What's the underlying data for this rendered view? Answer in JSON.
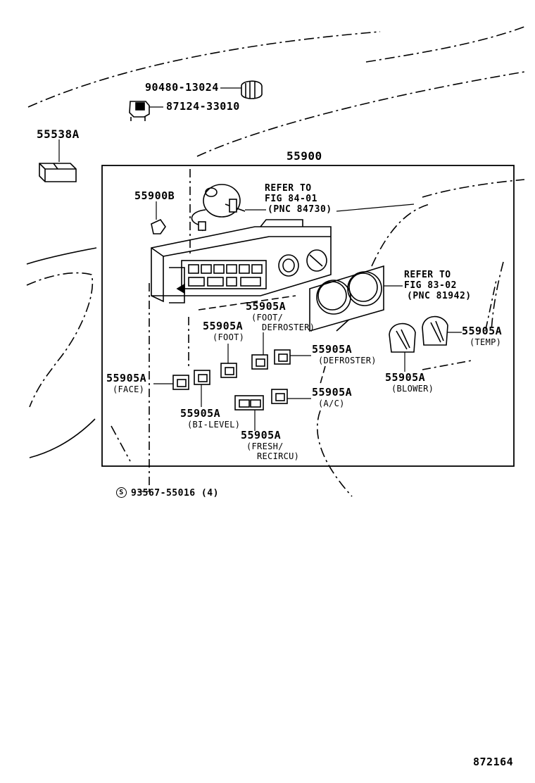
{
  "parts": {
    "p90480": "90480-13024",
    "p87124": "87124-33010",
    "p55538A": "55538A",
    "p55900": "55900",
    "p55900B": "55900B",
    "face": {
      "number": "55905A",
      "desc": "(FACE)"
    },
    "foot": {
      "number": "55905A",
      "desc": "(FOOT)"
    },
    "foot_def": {
      "number": "55905A",
      "desc1": "(FOOT/",
      "desc2": "DEFROSTER)"
    },
    "defroster": {
      "number": "55905A",
      "desc": "(DEFROSTER)"
    },
    "bilevel": {
      "number": "55905A",
      "desc": "(BI-LEVEL)"
    },
    "ac": {
      "number": "55905A",
      "desc": "(A/C)"
    },
    "fresh": {
      "number": "55905A",
      "desc1": "(FRESH/",
      "desc2": "RECIRCU)"
    },
    "blower": {
      "number": "55905A",
      "desc": "(BLOWER)"
    },
    "temp": {
      "number": "55905A",
      "desc": "(TEMP)"
    },
    "screw": {
      "symbol": "S",
      "number": "93567-55016 (4)"
    }
  },
  "refs": {
    "ref1": {
      "line1": "REFER TO",
      "line2": "FIG 84-01",
      "line3": "(PNC 84730)"
    },
    "ref2": {
      "line1": "REFER TO",
      "line2": "FIG 83-02",
      "line3": "(PNC 81942)"
    }
  },
  "figure_number": "872164"
}
